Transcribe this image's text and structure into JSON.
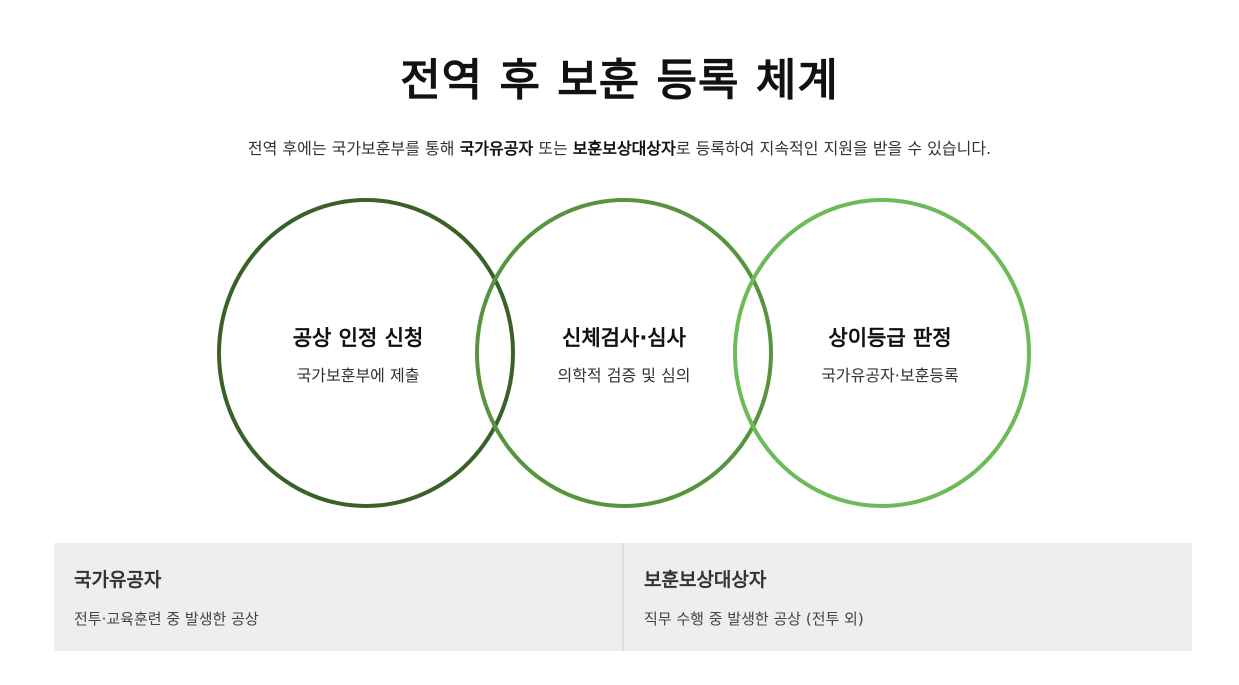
{
  "title": "전역 후 보훈 등록 체계",
  "subtitle": {
    "prefix": "전역 후에는 국가보훈부를 통해 ",
    "bold1": "국가유공자",
    "mid": " 또는 ",
    "bold2": "보훈보상대상자",
    "suffix": "로 등록하여 지속적인 지원을 받을 수 있습니다."
  },
  "steps": [
    {
      "title": "공상 인정 신청",
      "desc": "국가보훈부에 제출",
      "color": "#3a6128"
    },
    {
      "title": "신체검사·심사",
      "desc": "의학적 검증 및 심의",
      "color": "#56953e"
    },
    {
      "title": "상이등급 판정",
      "desc": "국가유공자·보훈등록",
      "color": "#6cbb58"
    }
  ],
  "categories": [
    {
      "title": "국가유공자",
      "desc": "전투·교육훈련 중 발생한 공상"
    },
    {
      "title": "보훈보상대상자",
      "desc": "직무 수행 중 발생한 공상 (전투 외)"
    }
  ],
  "colors": {
    "panel_bg": "#f0eeec"
  }
}
